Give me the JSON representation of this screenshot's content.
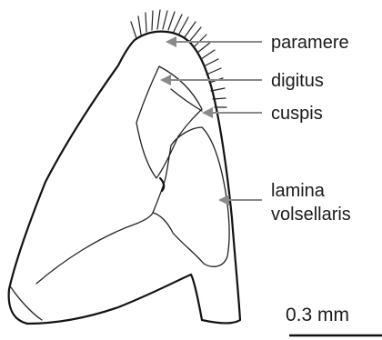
{
  "labels": {
    "paramere": "paramere",
    "digitus": "digitus",
    "cuspis": "cuspis",
    "lamina_line1": "lamina",
    "lamina_line2": "volsellaris"
  },
  "scale_bar": {
    "text": "0.3 mm"
  },
  "colors": {
    "outline": "#111111",
    "leader": "#8a8a8a",
    "text": "#1a1a1a",
    "background": "#ffffff"
  }
}
